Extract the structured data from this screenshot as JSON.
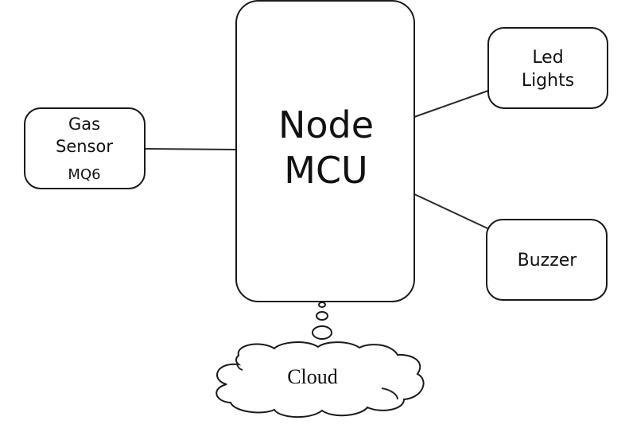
{
  "diagram": {
    "title": "",
    "nodes": {
      "gas_sensor": {
        "lines": [
          "Gas",
          "Sensor",
          "MQ6"
        ]
      },
      "nodemcu": {
        "lines": [
          "Node",
          "MCU"
        ]
      },
      "led_lights": {
        "lines": [
          "Led",
          "Lights"
        ]
      },
      "buzzer": {
        "lines": [
          "Buzzer"
        ]
      },
      "cloud": {
        "label": "Cloud"
      }
    },
    "edges": [
      {
        "from": "gas_sensor",
        "to": "nodemcu",
        "type": "line"
      },
      {
        "from": "nodemcu",
        "to": "led_lights",
        "type": "line"
      },
      {
        "from": "nodemcu",
        "to": "buzzer",
        "type": "line"
      },
      {
        "from": "nodemcu",
        "to": "cloud",
        "type": "thought-bubbles"
      }
    ]
  }
}
